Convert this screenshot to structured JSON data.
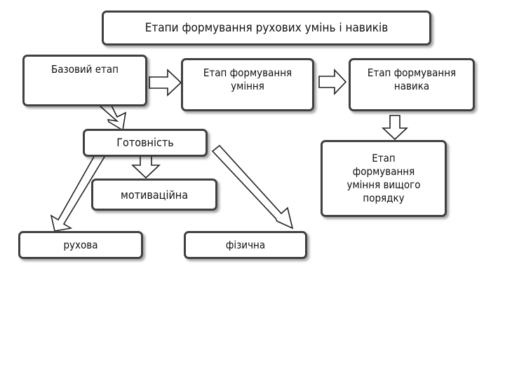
{
  "title": "Етапи формування рухових умінь і навиків",
  "boxes": {
    "base": "Базовий етап",
    "skill_stage": "Етап формування уміння",
    "habit_stage": "Етап формування навика",
    "readiness": "Готовність",
    "higher_stage": "Етап формування уміння вищого порядку",
    "motivational": "мотиваційна",
    "motor": "рухова",
    "physical": "фізична"
  }
}
